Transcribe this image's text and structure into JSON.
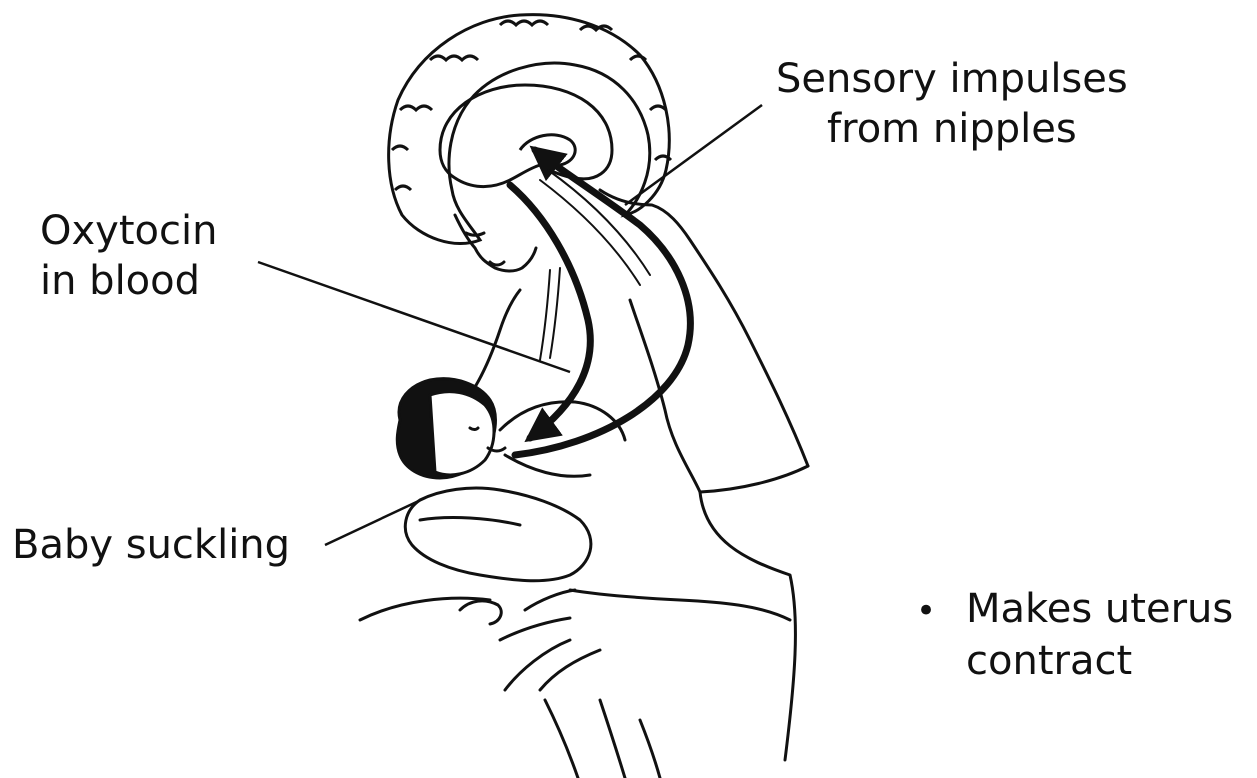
{
  "labels": {
    "sensory_line1": "Sensory impulses",
    "sensory_line2": "from nipples",
    "oxytocin_line1": "Oxytocin",
    "oxytocin_line2": "in blood",
    "baby": "Baby suckling",
    "effect_bullet": "•",
    "effect_line1": "Makes uterus",
    "effect_line2": "contract"
  },
  "colors": {
    "ink": "#111111",
    "background": "#ffffff"
  }
}
